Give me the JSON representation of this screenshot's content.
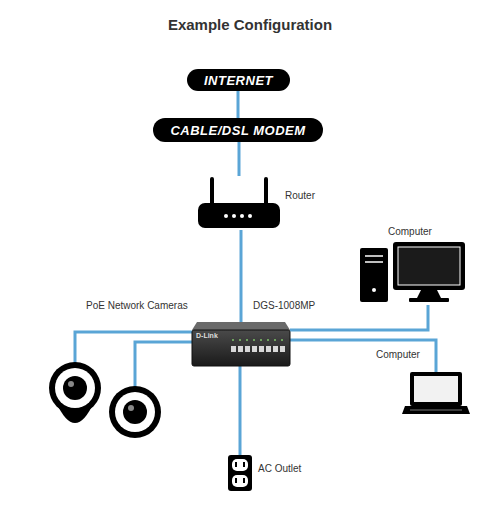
{
  "diagram": {
    "title": "Example Configuration",
    "nodes": [
      {
        "text": [
          "INTERNET"
        ]
      },
      {
        "text": [
          "CABLE/DSL MODEM"
        ]
      },
      {
        "text": [
          "Router"
        ]
      },
      {
        "text": [
          "DGS-1008MP"
        ]
      },
      {
        "text": [
          "Computer"
        ]
      },
      {
        "text": [
          "Computer"
        ]
      },
      {
        "text": [
          "PoE Network Cameras"
        ]
      },
      {
        "text": [
          "AC Outlet"
        ]
      }
    ],
    "edges": [
      {
        "from": 0,
        "to": 1,
        "arrow": "none"
      },
      {
        "from": 1,
        "to": 2,
        "arrow": "none"
      },
      {
        "from": 2,
        "to": 3,
        "arrow": "none"
      },
      {
        "from": 3,
        "to": 4,
        "arrow": "none"
      },
      {
        "from": 3,
        "to": 5,
        "arrow": "none"
      },
      {
        "from": 3,
        "to": 6,
        "arrow": "none"
      },
      {
        "from": 3,
        "to": 6,
        "arrow": "none"
      },
      {
        "from": 3,
        "to": 7,
        "arrow": "none"
      }
    ],
    "labels": [
      "D-Link"
    ]
  }
}
